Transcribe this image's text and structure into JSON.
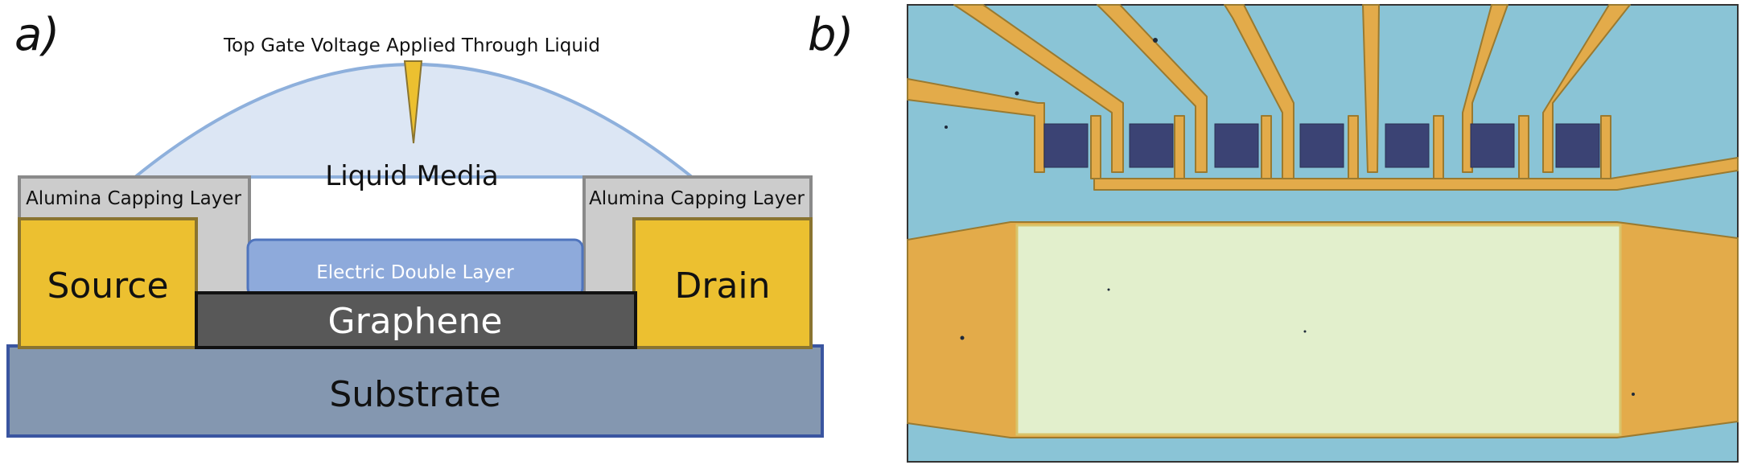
{
  "panel_a": {
    "letter": "a)",
    "top_label": "Top Gate Voltage Applied Through Liquid",
    "liquid": "Liquid Media",
    "capping_left": "Alumina Capping Layer",
    "capping_right": "Alumina Capping Layer",
    "edl": "Electric Double Layer",
    "source": "Source",
    "drain": "Drain",
    "graphene": "Graphene",
    "substrate": "Substrate"
  },
  "panel_b": {
    "letter": "b)"
  },
  "colors": {
    "liquid_fill": "#dce6f4",
    "liquid_stroke": "#8eb0dc",
    "capping_fill": "#cccccc",
    "capping_stroke": "#8a8a8a",
    "electrode_fill": "#ecc030",
    "electrode_stroke": "#8a7430",
    "edl_fill": "#8eaadb",
    "edl_stroke": "#4f74bd",
    "graphene_fill": "#585858",
    "substrate_fill": "#8497b0",
    "substrate_stroke": "#3a55a0",
    "micrograph_bg": "#8ac4d6",
    "micrograph_gold": "#e3ab4a",
    "micrograph_pad": "#3b4374",
    "micrograph_window": "#e2efcc"
  }
}
